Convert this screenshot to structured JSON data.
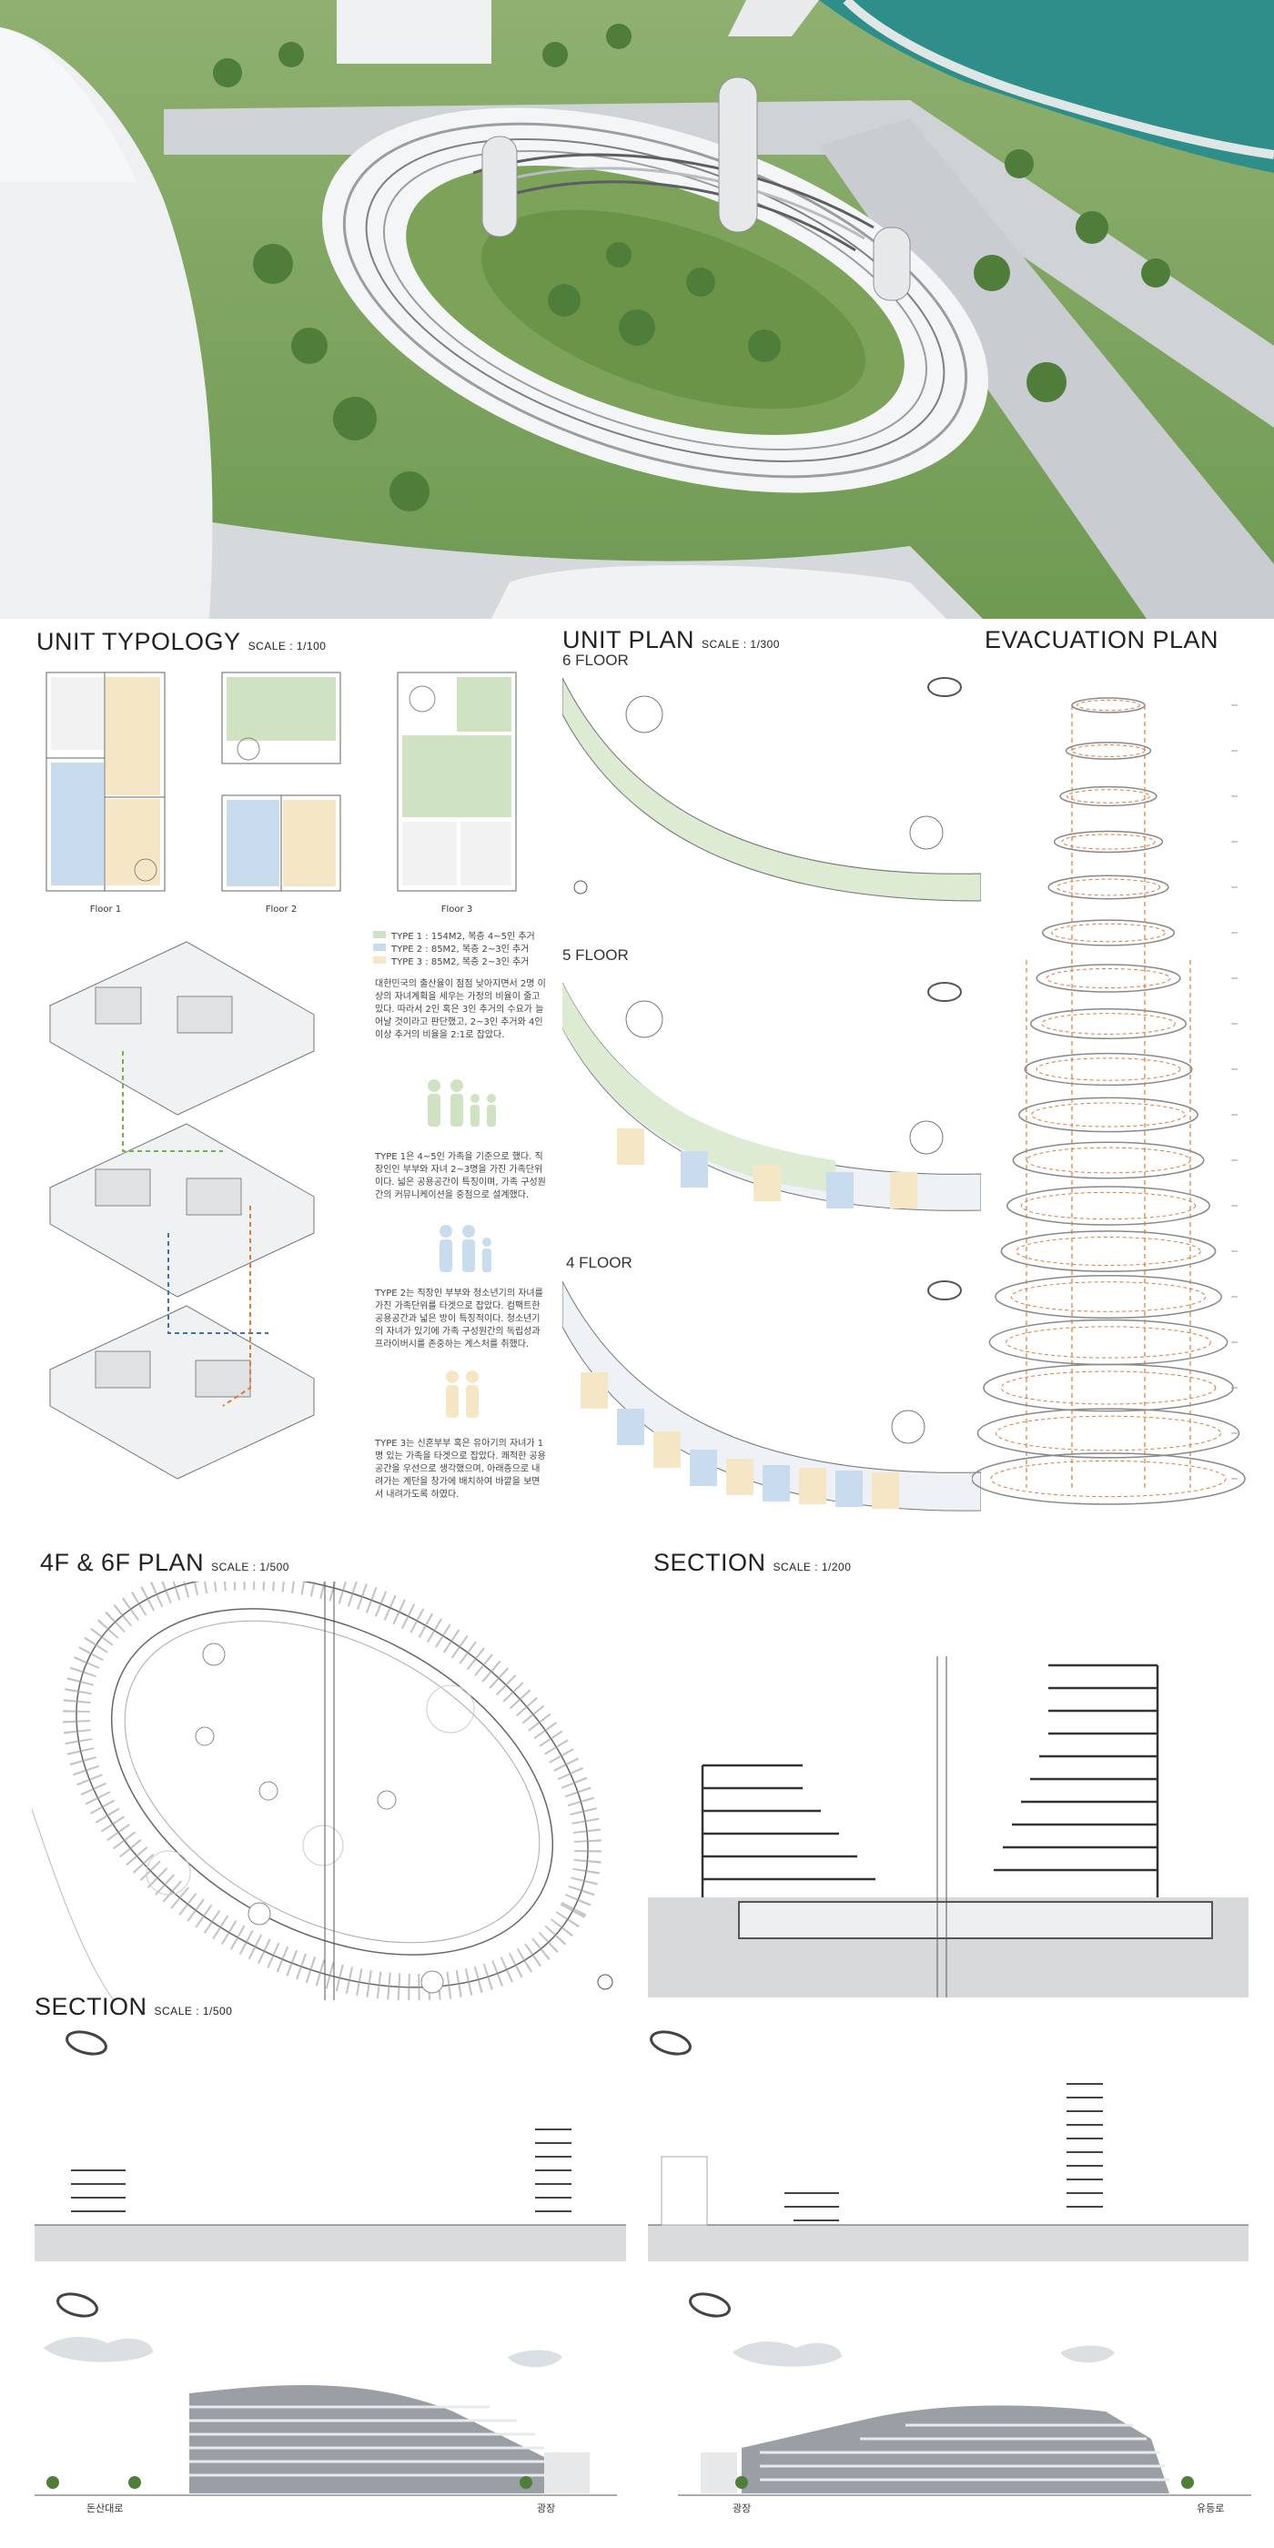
{
  "sections": {
    "unit_typology": {
      "title": "UNIT TYPOLOGY",
      "scale": "SCALE : 1/100"
    },
    "unit_plan": {
      "title": "UNIT PLAN",
      "scale": "SCALE : 1/300"
    },
    "evacuation_plan": {
      "title": "EVACUATION PLAN"
    },
    "plan_4f_6f": {
      "title": "4F & 6F PLAN",
      "scale": "SCALE : 1/500"
    },
    "section_top": {
      "title": "SECTION",
      "scale": "SCALE : 1/200"
    },
    "section_bottom": {
      "title": "SECTION",
      "scale": "SCALE : 1/500"
    }
  },
  "floor_captions": [
    "Floor 1",
    "Floor 2",
    "Floor 3"
  ],
  "unit_plan_floors": [
    "6 FLOOR",
    "5 FLOOR",
    "4 FLOOR"
  ],
  "legend": [
    {
      "label": "TYPE 1 : 154M2, 복층 4~5인 추거",
      "color": "#cfe3c2"
    },
    {
      "label": "TYPE 2 : 85M2, 복층 2~3인 추거",
      "color": "#c9dcee"
    },
    {
      "label": "TYPE 3 : 85M2, 복층 2~3인 추거",
      "color": "#f5e6c6"
    }
  ],
  "texts": {
    "intro": "대한민국의 출산율이 점점 낮아지면서 2명 이상의 자녀계획을 세우는 가정의 비율이 줄고 있다. 따라서 2인 혹은 3인 추거의 수요가 늘어날 것이라고 판단했고, 2~3인 추거와 4인이상 추거의 비율을 2:1로 잡았다.",
    "type1": "TYPE 1은 4~5인 가족을 기준으로 했다. 직장인인 부부와 자녀 2~3명을 가진 가족단위이다. 넓은 공용공간이 특징이며, 가족 구성원 간의 커뮤니케이션을 중점으로 설계했다.",
    "type2": "TYPE 2는 직장인 부부와 청소년기의 자녀를 가진 가족단위를 타겟으로 잡았다. 컴팩트한 공용공간과 넓은 방이 특징적이다. 청소년기의 자녀가 있기에 가족 구성원간의 독립성과 프라이버시를 존중하는 계스처를 취했다.",
    "type3": "TYPE 3는 신혼부부 혹은 유아기의 자녀가 1명 있는 가족을 타겟으로 잡았다. 쾌적한 공용공간을 우선으로 생각했으며, 아래층으로 내려가는 계단을 창가에 배치하여 바깥을 보면서 내려가도록 하였다."
  },
  "road_labels": {
    "left_a": "돈산대로",
    "left_b": "광장",
    "right_a": "광장",
    "right_b": "유등로"
  },
  "colors": {
    "type1": "#cfe3c2",
    "type2": "#c9dcee",
    "type3": "#f5e6c6",
    "evac_red": "#e07a3a",
    "water": "#2e8f8a",
    "grass": "#7aa95a"
  }
}
